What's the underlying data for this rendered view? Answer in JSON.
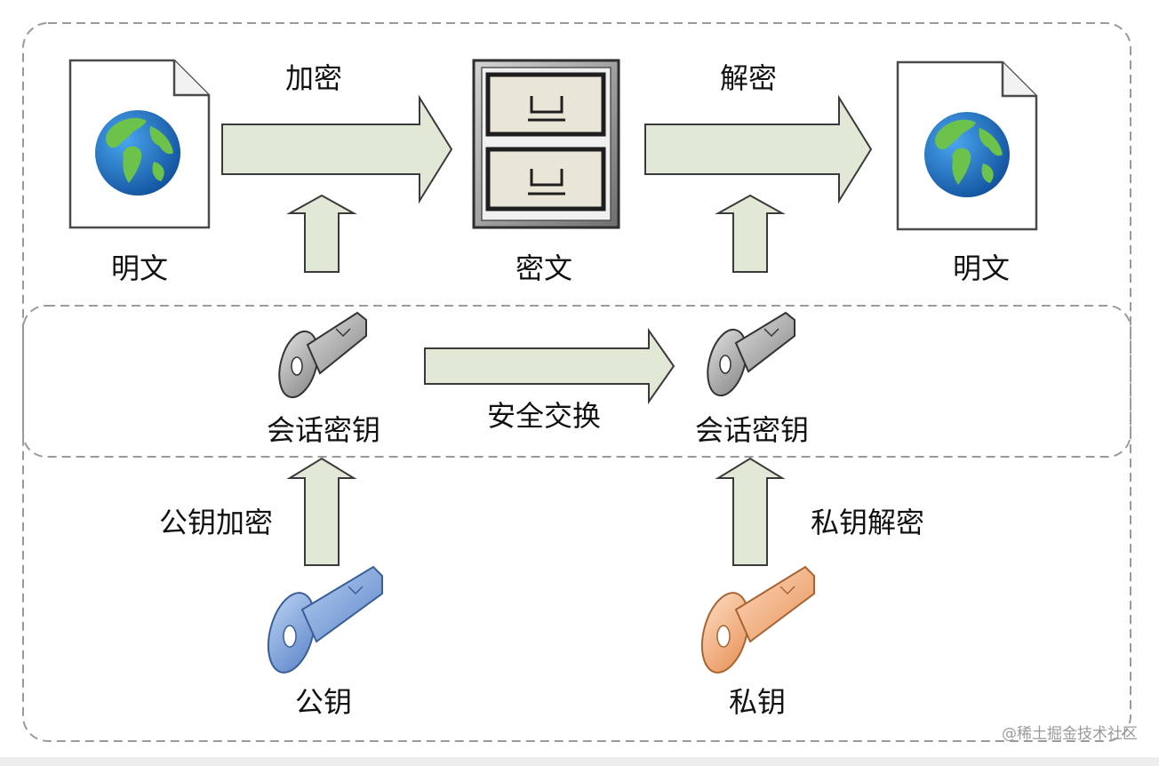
{
  "labels": {
    "encrypt": "加密",
    "decrypt": "解密",
    "plaintext_left": "明文",
    "ciphertext": "密文",
    "plaintext_right": "明文",
    "session_key_left": "会话密钥",
    "secure_exchange": "安全交换",
    "session_key_right": "会话密钥",
    "public_key_encrypt": "公钥加密",
    "private_key_decrypt": "私钥解密",
    "public_key": "公钥",
    "private_key": "私钥"
  },
  "watermark": "@稀土掘金技术社区",
  "colors": {
    "arrow_fill": "#e1e8d6",
    "arrow_stroke": "#3a3a3a",
    "dashed_border": "#9a9a9a",
    "globe_ocean": "#1a6fc4",
    "globe_land": "#6cc24a",
    "session_key": "#a7a7a7",
    "public_key": "#7ea6e0",
    "private_key": "#f5b78a"
  }
}
